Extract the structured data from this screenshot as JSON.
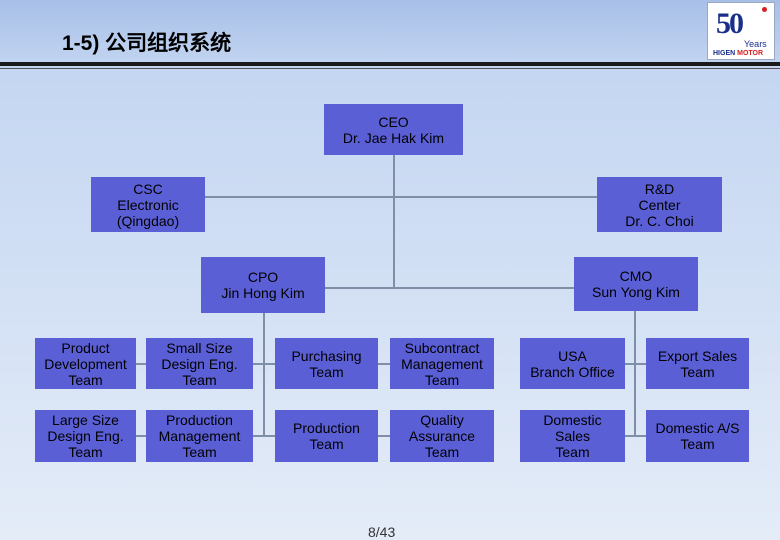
{
  "title": "1-5) 公司组织系统",
  "logo": {
    "number": "50",
    "years": "Years",
    "brand": "HIGEN",
    "motor": "MOTOR"
  },
  "boxes": {
    "ceo": [
      "CEO",
      "Dr. Jae Hak Kim"
    ],
    "csc": [
      "CSC",
      "Electronic",
      "(Qingdao)"
    ],
    "rnd": [
      "R&D",
      "Center",
      "Dr. C. Choi"
    ],
    "cpo": [
      "CPO",
      "Jin Hong Kim"
    ],
    "cmo": [
      "CMO",
      "Sun Yong Kim"
    ],
    "product_dev": [
      "Product",
      "Development",
      "Team"
    ],
    "small_size": [
      "Small Size",
      "Design Eng.",
      "Team"
    ],
    "purchasing": [
      "Purchasing",
      "Team"
    ],
    "subcontract": [
      "Subcontract",
      "Management",
      "Team"
    ],
    "usa_branch": [
      "USA",
      "Branch Office"
    ],
    "export_sales": [
      "Export Sales",
      "Team"
    ],
    "large_size": [
      "Large Size",
      "Design Eng.",
      "Team"
    ],
    "production_mgmt": [
      "Production",
      "Management",
      "Team"
    ],
    "production_team": [
      "Production",
      "Team"
    ],
    "quality": [
      "Quality",
      "Assurance",
      "Team"
    ],
    "domestic_sales": [
      "Domestic",
      "Sales",
      "Team"
    ],
    "domestic_as": [
      "Domestic A/S",
      "Team"
    ]
  },
  "page_number": "8/43",
  "colors": {
    "box_fill": "#5b5fd6",
    "connector": "#7f8fa8"
  }
}
